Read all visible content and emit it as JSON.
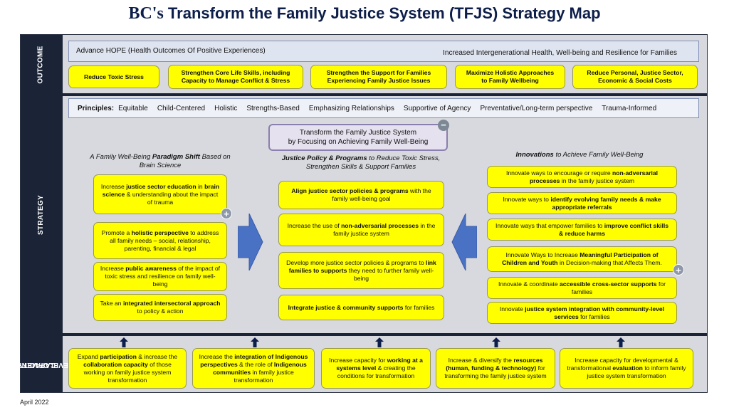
{
  "title": {
    "prefix": "BC's",
    "rest": " Transform the Family Justice System (TFJS) Strategy Map"
  },
  "date": "April 2022",
  "side_labels": {
    "outcome": "OUTCOME",
    "strategy": "STRATEGY",
    "capacity_line1": "CAPACITY",
    "capacity_line2": "DEVELOPMENT"
  },
  "outcome": {
    "left": "Advance HOPE  (Health Outcomes Of Positive Experiences)",
    "right": "Increased Intergenerational Health, Well-being and Resilience for Families",
    "goals": [
      {
        "l1": "Reduce Toxic Stress",
        "l2": ""
      },
      {
        "l1": "Strengthen Core Life Skills, including",
        "l2": "Capacity to Manage Conflict & Stress"
      },
      {
        "l1": "Strengthen the Support for Families",
        "l2": "Experiencing Family Justice Issues"
      },
      {
        "l1": "Maximize Holistic Approaches",
        "l2": "to Family Wellbeing"
      },
      {
        "l1": "Reduce Personal, Justice Sector,",
        "l2": "Economic & Social Costs"
      }
    ]
  },
  "principles": {
    "label": "Principles:",
    "items": [
      "Equitable",
      "Child-Centered",
      "Holistic",
      "Strengths-Based",
      "Emphasizing Relationships",
      "Supportive of Agency",
      "Preventative/Long-term perspective",
      "Trauma-Informed"
    ]
  },
  "strategy": {
    "center_l1": "Transform the Family Justice System",
    "center_l2": "by Focusing on Achieving Family Well-Being",
    "minus_icon": "−",
    "plus_icon": "+",
    "left_head": {
      "a": "A Family Well-Being ",
      "b": "Paradigm Shift",
      "c": " Based on",
      "d": "Brain Science"
    },
    "mid_head": {
      "a": "Justice Policy & Programs",
      "b": " to Reduce Toxic Stress,",
      "c": "Strengthen Skills & Support Families"
    },
    "right_head": {
      "a": "Innovations",
      "b": " to",
      "c": " Achieve Family Well-Being"
    },
    "left_items": [
      {
        "p1": "Increase ",
        "b1": "justice sector education",
        "p2": " in ",
        "b2": "brain science",
        "p3": " & understanding about the impact of trauma"
      },
      {
        "p1": "Promote a ",
        "b1": "holistic perspective",
        "p2": " to address all family needs – social, relationship, parenting, financial & legal",
        "b2": "",
        "p3": ""
      },
      {
        "p1": "Increase ",
        "b1": "public awareness",
        "p2": " of the impact of toxic stress and resilience on family well-being",
        "b2": "",
        "p3": ""
      },
      {
        "p1": "Take an ",
        "b1": "integrated intersectoral approach",
        "p2": " to policy & action",
        "b2": "",
        "p3": ""
      }
    ],
    "mid_items": [
      {
        "p1": "",
        "b1": "Align justice sector policies & programs",
        "p2": " with the family well-being goal",
        "b2": "",
        "p3": ""
      },
      {
        "p1": "Increase the use of ",
        "b1": "non-adversarial processes",
        "p2": " in the family justice system",
        "b2": "",
        "p3": ""
      },
      {
        "p1": "Develop more justice sector policies & programs to ",
        "b1": "link families to supports",
        "p2": " they need to further family well-being",
        "b2": "",
        "p3": ""
      },
      {
        "p1": "",
        "b1": "Integrate justice & community supports",
        "p2": " for families",
        "b2": "",
        "p3": ""
      }
    ],
    "right_items": [
      {
        "p1": "Innovate ways to encourage or require ",
        "b1": "non-adversarial processes",
        "p2": " in the family justice system",
        "b2": "",
        "p3": ""
      },
      {
        "p1": "Innovate ways to ",
        "b1": "identify evolving family needs & make appropriate referrals",
        "p2": "",
        "b2": "",
        "p3": ""
      },
      {
        "p1": "Innovate ways that empower families to ",
        "b1": "improve conflict skills & reduce harms",
        "p2": "",
        "b2": "",
        "p3": ""
      },
      {
        "p1": "Innovate Ways to Increase ",
        "b1": "Meaningful Participation of Children and Youth",
        "p2": " in Decision-making that Affects Them.",
        "b2": "",
        "p3": ""
      },
      {
        "p1": "Innovate & coordinate ",
        "b1": "accessible cross-sector supports",
        "p2": " for families",
        "b2": "",
        "p3": ""
      },
      {
        "p1": "Innovate ",
        "b1": "justice system integration with community-level",
        "p2": " ",
        "b2": "services",
        "p3": " for families"
      }
    ]
  },
  "capacity": {
    "items": [
      {
        "p1": "Expand ",
        "b1": "participation",
        "p2": " & increase the ",
        "b2": "collaboration capacity",
        "p3": " of  those working on family justice system transformation"
      },
      {
        "p1": "Increase the ",
        "b1": "integration of Indigenous perspectives",
        "p2": " & the role of ",
        "b2": "Indigenous communities",
        "p3": " in family justice transformation"
      },
      {
        "p1": "Increase capacity for ",
        "b1": "working at a systems level",
        "p2": " & creating the conditions for transformation",
        "b2": "",
        "p3": ""
      },
      {
        "p1": "Increase & diversify the ",
        "b1": "resources (human, funding & technology)",
        "p2": " for transforming the family justice system",
        "b2": "",
        "p3": ""
      },
      {
        "p1": "Increase capacity for developmental & transformational ",
        "b1": "evaluation",
        "p2": " to inform family justice system transformation",
        "b2": "",
        "p3": ""
      }
    ]
  },
  "colors": {
    "box_fill": "#ffff00",
    "sidebar": "#1b2437",
    "arrow": "#4a72c4"
  }
}
